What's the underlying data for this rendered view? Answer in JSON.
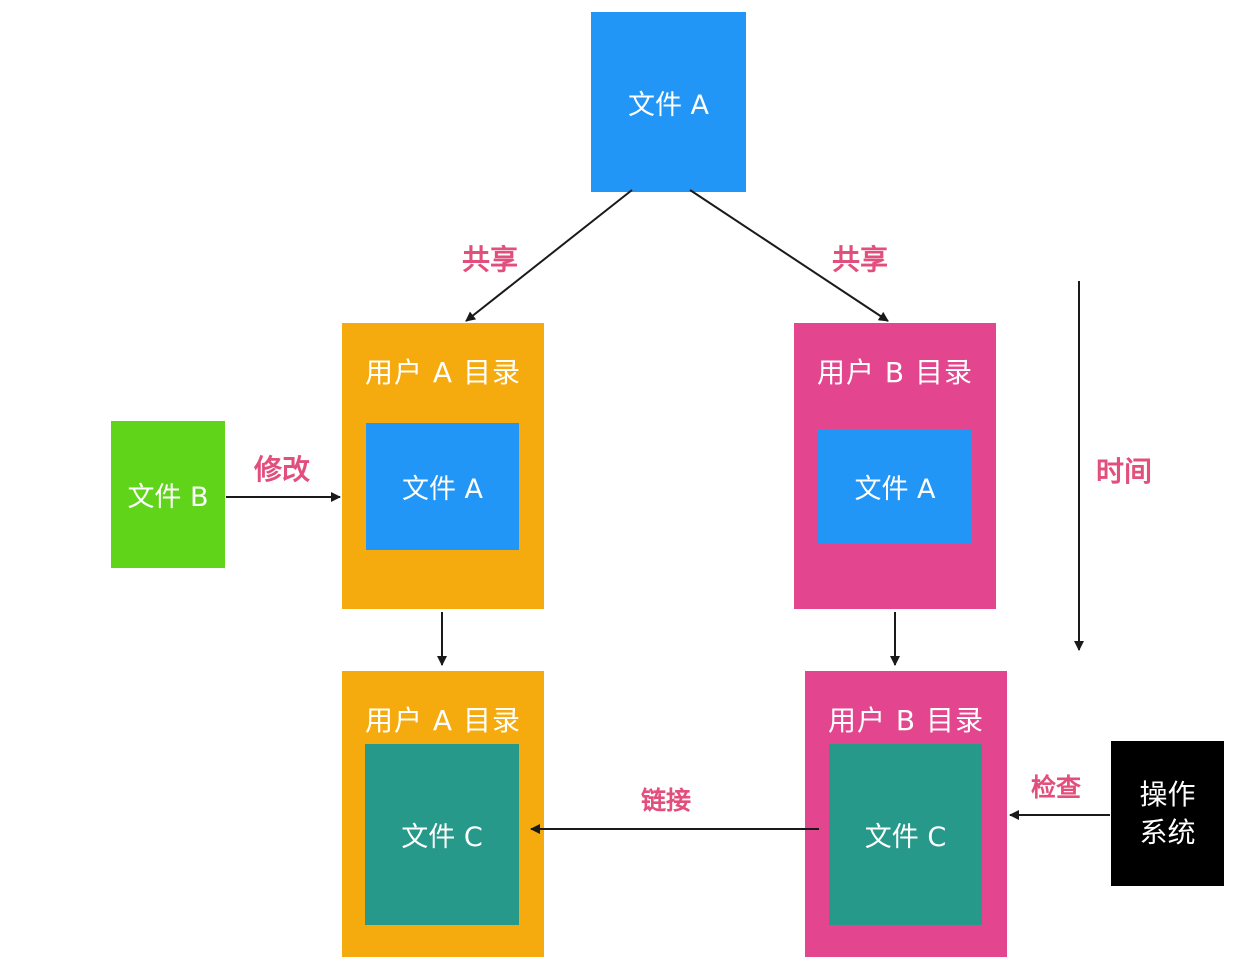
{
  "nodes": {
    "top_file": "文件 A",
    "file_b": "文件 B",
    "user_a_dir_1": {
      "title": "用户 A 目录",
      "file": "文件 A"
    },
    "user_b_dir_1": {
      "title": "用户 B 目录",
      "file": "文件 A"
    },
    "user_a_dir_2": {
      "title": "用户 A 目录",
      "file": "文件 C"
    },
    "user_b_dir_2": {
      "title": "用户 B 目录",
      "file": "文件 C"
    },
    "os_line1": "操作",
    "os_line2": "系统"
  },
  "edge_labels": {
    "share_left": "共享",
    "share_right": "共享",
    "modify": "修改",
    "time": "时间",
    "link": "链接",
    "check": "检查"
  },
  "colors": {
    "file_blue": "#2196f6",
    "file_green": "#5fd418",
    "file_teal": "#27998a",
    "dir_orange": "#f5ab0e",
    "dir_pink": "#e3468f",
    "os_black": "#000000",
    "label_pink": "#e24f7c",
    "arrow": "#1a1a1a"
  }
}
